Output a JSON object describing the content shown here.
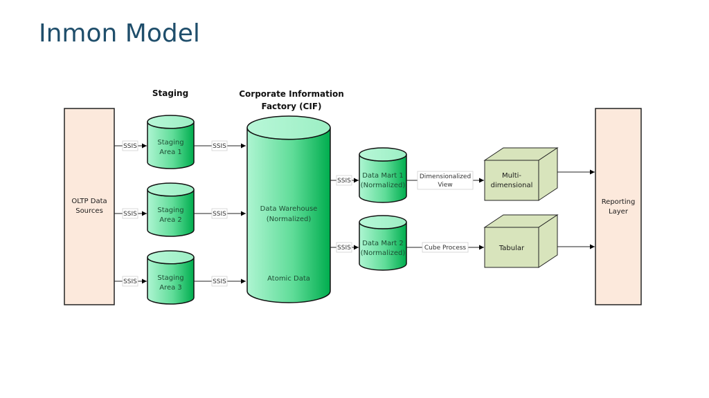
{
  "title": "Inmon Model",
  "diagram": {
    "headers": {
      "staging": "Staging",
      "cif_line1": "Corporate Information",
      "cif_line2": "Factory (CIF)"
    },
    "sources": {
      "line1": "OLTP Data",
      "line2": "Sources"
    },
    "staging_areas": [
      {
        "line1": "Staging",
        "line2": "Area 1"
      },
      {
        "line1": "Staging",
        "line2": "Area 2"
      },
      {
        "line1": "Staging",
        "line2": "Area 3"
      }
    ],
    "warehouse": {
      "line1": "Data Warehouse",
      "line2": "(Normalized)",
      "bottom_label": "Atomic Data"
    },
    "data_marts": [
      {
        "line1": "Data Mart 1",
        "line2": "(Normalized)"
      },
      {
        "line1": "Data Mart 2",
        "line2": "(Normalized)"
      }
    ],
    "cubes": [
      {
        "line1": "Multi-",
        "line2": "dimensional"
      },
      {
        "line1": "Tabular",
        "line2": ""
      }
    ],
    "reporting": {
      "line1": "Reporting",
      "line2": "Layer"
    },
    "edge_labels": {
      "ssis": "SSIS",
      "dimensionalized_line1": "Dimensionalized",
      "dimensionalized_line2": "View",
      "cube_process": "Cube Process"
    },
    "colors": {
      "title": "#1f4e6b",
      "source_box_fill": "#fce9dc",
      "cylinder_light": "#aef5d2",
      "cylinder_dark": "#00b050",
      "cube_fill": "#d8e4bc"
    }
  }
}
